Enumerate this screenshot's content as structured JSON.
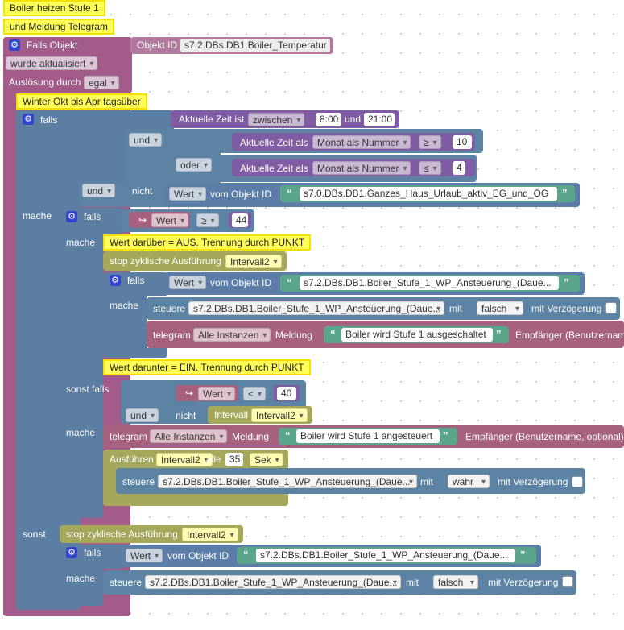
{
  "notes": {
    "title1": "Boiler heizen Stufe 1",
    "title2": "und Meldung Telegram",
    "winter": "Winter Okt bis Apr tagsüber",
    "above": "Wert darüber = AUS. Trennung durch PUNKT",
    "below": "Wert darunter = EIN. Trennung durch PUNKT"
  },
  "trigger": {
    "label": "Falls Objekt",
    "object_id_label": "Objekt ID",
    "object_id": "s7.2.DBs.DB1.Boiler_Temperatur",
    "event": "wurde aktualisiert",
    "trigger_by_label": "Auslösung durch",
    "trigger_by": "egal"
  },
  "outer_if": {
    "falls": "falls",
    "mache": "mache",
    "sonst": "sonst",
    "time_label": "Aktuelle Zeit ist",
    "time_op": "zwischen",
    "time_from": "8:00",
    "time_and": "und",
    "time_to": "21:00",
    "and1": "und",
    "or1": "oder",
    "month_label": "Aktuelle Zeit als",
    "month_unit": "Monat als Nummer",
    "month_op1": "≥",
    "month_val1": "10",
    "month_op2": "≤",
    "month_val2": "4",
    "and2": "und",
    "not": "nicht",
    "value_dd": "Wert",
    "from_object": "vom Objekt ID",
    "vacation_id": "s7.0.DBs.DB1.Ganzes_Haus_Urlaub_aktiv_EG_und_OG"
  },
  "inner_if": {
    "falls": "falls",
    "mache": "mache",
    "sonst_falls": "sonst falls",
    "wert": "Wert",
    "op1": "≥",
    "val1": "44",
    "stop_label": "stop zyklische Ausführung",
    "interval": "Intervall2",
    "falls2": "falls",
    "mache2": "mache",
    "value_dd": "Wert",
    "from_object": "vom Objekt ID",
    "wp_id": "s7.2.DBs.DB1.Boiler_Stufe_1_WP_Ansteuerung_(Daue...",
    "steuere": "steuere",
    "mit": "mit",
    "falsch": "falsch",
    "delay": "mit Verzögerung",
    "telegram": "telegram",
    "instances": "Alle Instanzen",
    "meldung": "Meldung",
    "msg_off": "Boiler wird Stufe 1 ausgeschaltet",
    "recipient": "Empfänger (Benutzername",
    "op2": "<",
    "val2": "40",
    "and3": "und",
    "not2": "nicht",
    "interval_label": "Intervall",
    "msg_on": "Boiler wird Stufe 1 angesteuert",
    "recipient_full": "Empfänger (Benutzername, optional)",
    "run": "Ausführen",
    "every": "alle",
    "every_val": "35",
    "unit": "Sek",
    "wahr": "wahr"
  },
  "else_branch": {
    "stop_label": "stop zyklische Ausführung",
    "interval": "Intervall2",
    "falls": "falls",
    "mache": "mache",
    "value_dd": "Wert",
    "from_object": "vom Objekt ID",
    "wp_id": "s7.2.DBs.DB1.Boiler_Stufe_1_WP_Ansteuerung_(Daue...",
    "steuere": "steuere",
    "mit": "mit",
    "falsch": "falsch",
    "delay": "mit Verzögerung"
  },
  "colors": {
    "trigger": "#a35c89",
    "logic": "#5c7ea3",
    "comment": "#ffff57",
    "string": "#5ba58c",
    "timer": "#a5a85b",
    "telegram": "#a6617f"
  },
  "icons": [
    "gear-icon",
    "chevron-down-icon",
    "arrow-icon"
  ]
}
